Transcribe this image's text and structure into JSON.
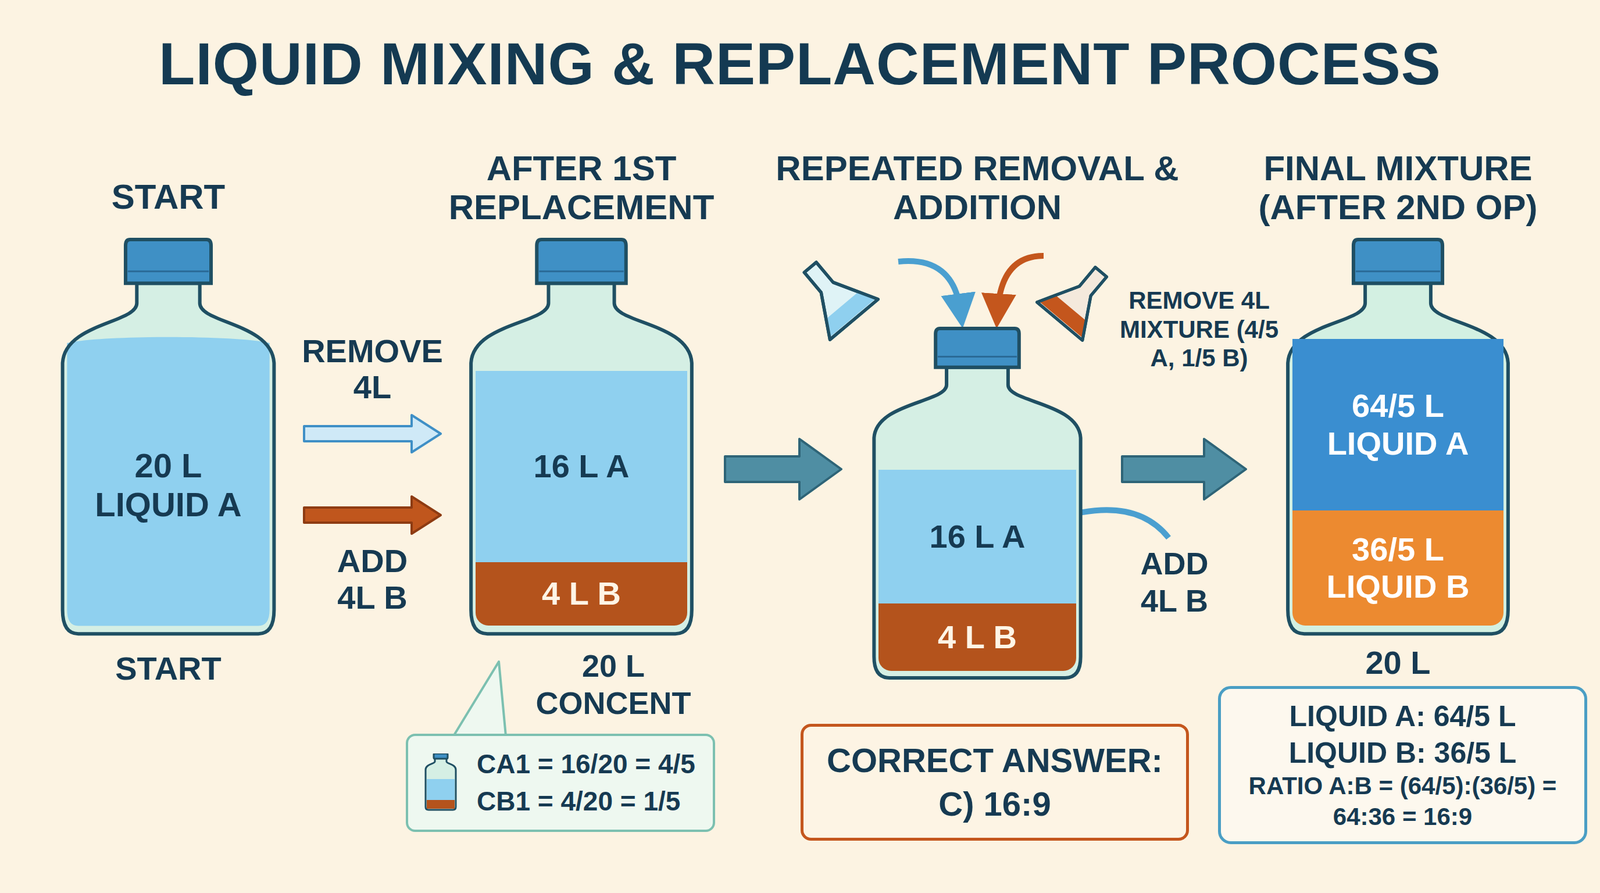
{
  "diagram": {
    "title": "LIQUID MIXING & REPLACEMENT PROCESS",
    "nodes": [
      {
        "text": [
          "START",
          "20 L LIQUID A",
          "START"
        ]
      },
      {
        "text": [
          "AFTER 1ST REPLACEMENT"
        ]
      },
      {
        "text": [
          "16 L A"
        ],
        "in": 1
      },
      {
        "text": [
          "4 L B"
        ],
        "in": 1
      },
      {
        "text": [
          "REPEATED REMOVAL & ADDITION"
        ]
      },
      {
        "text": [
          "16 L A"
        ],
        "in": 4
      },
      {
        "text": [
          "4 L B"
        ],
        "in": 4
      },
      {
        "text": [
          "FINAL MIXTURE (AFTER 2ND OP)",
          "20 L"
        ]
      },
      {
        "text": [
          "64/5 L LIQUID A"
        ],
        "in": 7
      },
      {
        "text": [
          "36/5 L LIQUID B"
        ],
        "in": 7
      },
      {
        "text": [
          "CA1 = 16/20 = 4/5",
          "CB1 = 4/20 = 1/5"
        ]
      },
      {
        "text": [
          "CORRECT ANSWER:",
          "C) 16:9"
        ]
      },
      {
        "text": [
          "LIQUID A: 64/5 L",
          "LIQUID B: 36/5 L",
          "RATIO A:B = (64/5):(36/5) = 64:36 = 16:9"
        ]
      }
    ],
    "edges": [
      {
        "from": 0,
        "to": 1,
        "arrow": "to",
        "label": "REMOVE 4L"
      },
      {
        "from": 0,
        "to": 1,
        "arrow": "to",
        "label": "ADD 4L B"
      },
      {
        "from": 1,
        "to": 4,
        "arrow": "to"
      },
      {
        "from": 4,
        "to": 7,
        "arrow": "to"
      }
    ],
    "labels": [
      "REMOVE 4L MIXTURE (4/5 A, 1/5 B)",
      "ADD 4L B",
      "20 L CONCENT"
    ]
  }
}
